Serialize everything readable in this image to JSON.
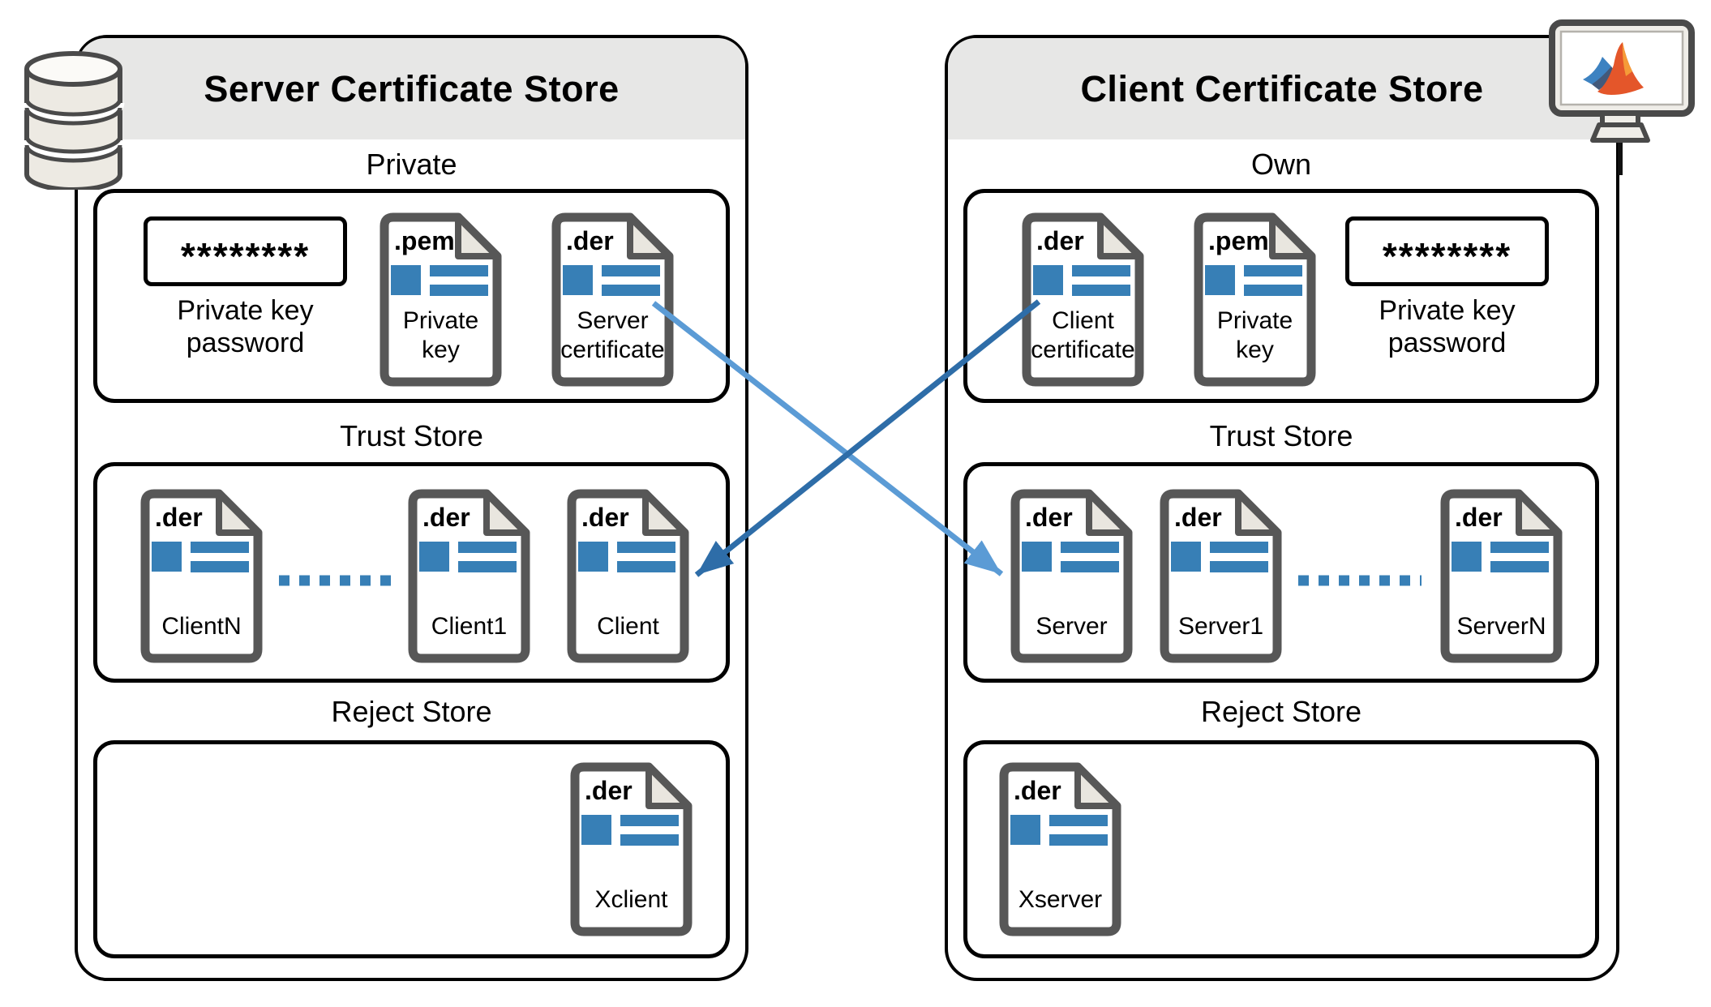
{
  "colors": {
    "accent_blue": "#377fb6",
    "arrow_light": "#5b9bd5",
    "arrow_dark": "#2e6da8",
    "header_bg": "#e7e7e6",
    "file_border": "#575757",
    "fold_fill": "#e9e6df",
    "icon_stroke": "#4a4a4a",
    "icon_fill": "#edeae3",
    "matlab_orange": "#e4562a",
    "matlab_orange_light": "#f59b38",
    "matlab_blue": "#3d82c1",
    "matlab_blue_dark": "#43597a"
  },
  "server_store": {
    "title": "Server Certificate Store",
    "corner_icon": "database-icon",
    "sections": {
      "private": {
        "label": "Private",
        "password": {
          "value": "********",
          "label": "Private key password"
        },
        "files": [
          {
            "ext": ".pem",
            "label": "Private key"
          },
          {
            "ext": ".der",
            "label": "Server certificate"
          }
        ]
      },
      "trust": {
        "label": "Trust Store",
        "continuation_icon": "dotted-line-icon",
        "files": [
          {
            "ext": ".der",
            "label": "ClientN"
          },
          {
            "ext": ".der",
            "label": "Client1"
          },
          {
            "ext": ".der",
            "label": "Client"
          }
        ]
      },
      "reject": {
        "label": "Reject Store",
        "files": [
          {
            "ext": ".der",
            "label": "Xclient"
          }
        ]
      }
    }
  },
  "client_store": {
    "title": "Client Certificate Store",
    "corner_icon": "matlab-monitor-icon",
    "sections": {
      "own": {
        "label": "Own",
        "password": {
          "value": "********",
          "label": "Private key password"
        },
        "files": [
          {
            "ext": ".der",
            "label": "Client certificate"
          },
          {
            "ext": ".pem",
            "label": "Private key"
          }
        ]
      },
      "trust": {
        "label": "Trust Store",
        "continuation_icon": "dotted-line-icon",
        "files": [
          {
            "ext": ".der",
            "label": "Server"
          },
          {
            "ext": ".der",
            "label": "Server1"
          },
          {
            "ext": ".der",
            "label": "ServerN"
          }
        ]
      },
      "reject": {
        "label": "Reject Store",
        "files": [
          {
            "ext": ".der",
            "label": "Xserver"
          }
        ]
      }
    }
  },
  "arrows": [
    {
      "name": "server-certificate-to-client-trust-store",
      "from": "Server certificate",
      "to": "Server"
    },
    {
      "name": "client-certificate-to-server-trust-store",
      "from": "Client certificate",
      "to": "Client"
    }
  ]
}
